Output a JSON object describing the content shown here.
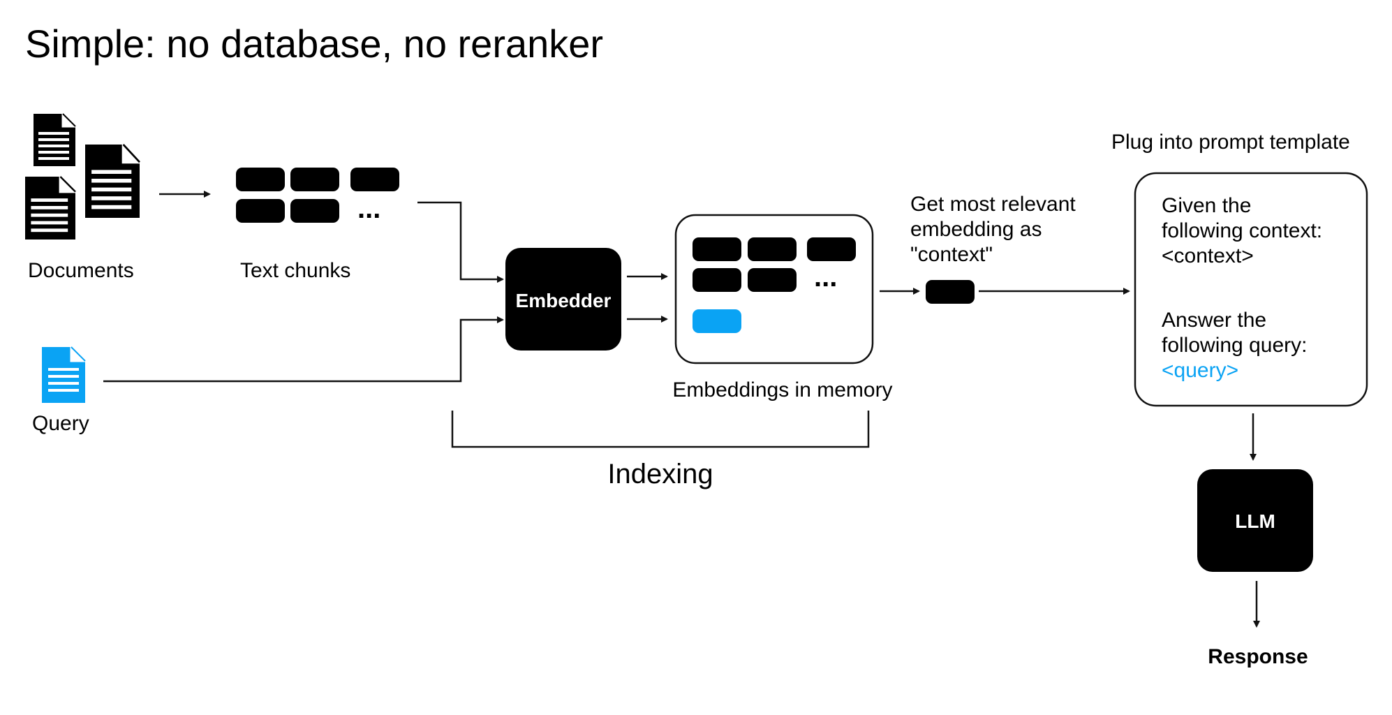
{
  "title": "Simple: no database, no reranker",
  "nodes": {
    "documents": "Documents",
    "text_chunks": "Text chunks",
    "query": "Query",
    "embedder": "Embedder",
    "embeddings": "Embeddings in memory",
    "indexing": "Indexing",
    "llm": "LLM",
    "response": "Response"
  },
  "ellipsis": "...",
  "relevant_label": [
    "Get most relevant",
    "embedding as",
    "\"context\""
  ],
  "prompt": {
    "heading": "Plug into prompt template",
    "lines": [
      "Given the",
      "following context:",
      "<context>",
      "Answer the",
      "following query:"
    ],
    "query_placeholder": "<query>"
  },
  "colors": {
    "black": "#000000",
    "accent": "#0aa3f4",
    "line": "#111111"
  },
  "icons": [
    "document-icon",
    "query-document-icon",
    "text-chunk-block",
    "embedding-block",
    "arrow-icon"
  ]
}
